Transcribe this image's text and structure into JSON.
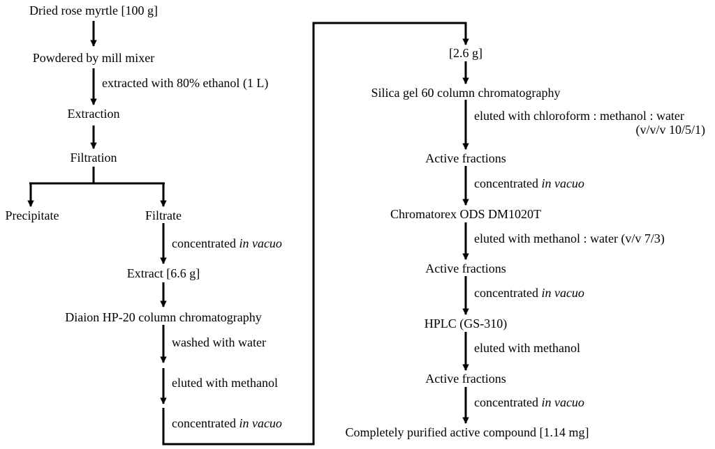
{
  "left": {
    "dried": "Dried rose myrtle [100 g]",
    "powdered": "Powdered by mill mixer",
    "extracted_with": "extracted with 80% ethanol (1 L)",
    "extraction": "Extraction",
    "filtration": "Filtration",
    "precipitate": "Precipitate",
    "filtrate": "Filtrate",
    "conc1_pre": "concentrated ",
    "conc1_it": "in vacuo",
    "extract": "Extract [6.6 g]",
    "diaion": "Diaion HP-20 column chromatography",
    "washed": "washed with water",
    "eluted_meoh": "eluted with methanol",
    "conc2_pre": "concentrated ",
    "conc2_it": "in vacuo"
  },
  "right": {
    "mass": "[2.6 g]",
    "silica": "Silica gel 60 column chromatography",
    "eluted_chcl3": "eluted with chloroform : methanol : water",
    "ratio_chcl3": "(v/v/v 10/5/1)",
    "active1": "Active fractions",
    "conc3_pre": "concentrated ",
    "conc3_it": "in vacuo",
    "ods": "Chromatorex ODS DM1020T",
    "eluted_ods": "eluted with methanol : water (v/v 7/3)",
    "active2": "Active fractions",
    "conc4_pre": "concentrated ",
    "conc4_it": "in vacuo",
    "hplc": "HPLC (GS-310)",
    "eluted_hplc": "eluted with methanol",
    "active3": "Active fractions",
    "conc5_pre": "concentrated ",
    "conc5_it": "in vacuo",
    "final": "Completely purified active compound [1.14 mg]"
  }
}
